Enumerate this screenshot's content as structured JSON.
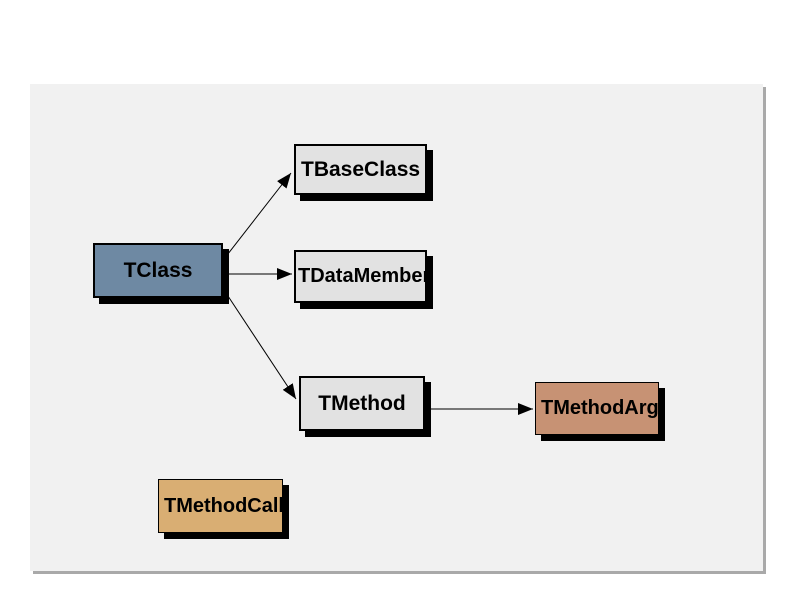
{
  "diagram": {
    "panel": {
      "background_color": "#f1f1f1",
      "edge_shadow_color": "#a9a9a9"
    },
    "nodes": {
      "tclass": {
        "label": "TClass",
        "color": "#6e89a3"
      },
      "tbaseclass": {
        "label": "TBaseClass",
        "color": "#e2e2e2"
      },
      "tdatamember": {
        "label": "TDataMember",
        "color": "#e2e2e2"
      },
      "tmethod": {
        "label": "TMethod",
        "color": "#e2e2e2"
      },
      "tmethodarg": {
        "label": "TMethodArg",
        "color": "#c79274"
      },
      "tmethodcall": {
        "label": "TMethodCall",
        "color": "#d9ae73"
      }
    },
    "node_shadow_color": "#000000",
    "edges": [
      {
        "from": "TClass",
        "to": "TBaseClass",
        "arrow": "filled-triangle"
      },
      {
        "from": "TClass",
        "to": "TDataMember",
        "arrow": "filled-triangle"
      },
      {
        "from": "TClass",
        "to": "TMethod",
        "arrow": "filled-triangle"
      },
      {
        "from": "TMethod",
        "to": "TMethodArg",
        "arrow": "filled-triangle"
      }
    ]
  }
}
